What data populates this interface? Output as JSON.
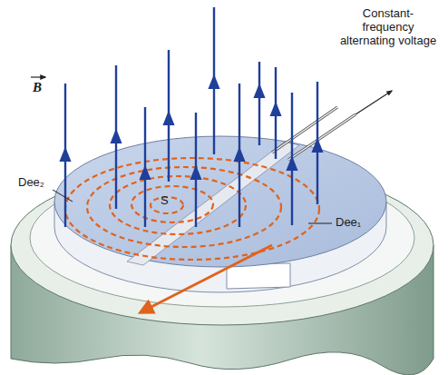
{
  "diagram": {
    "labels": [
      "B",
      "Dee₂",
      "S",
      "Constant-frequency alternating voltage",
      "Dee₁"
    ]
  }
}
